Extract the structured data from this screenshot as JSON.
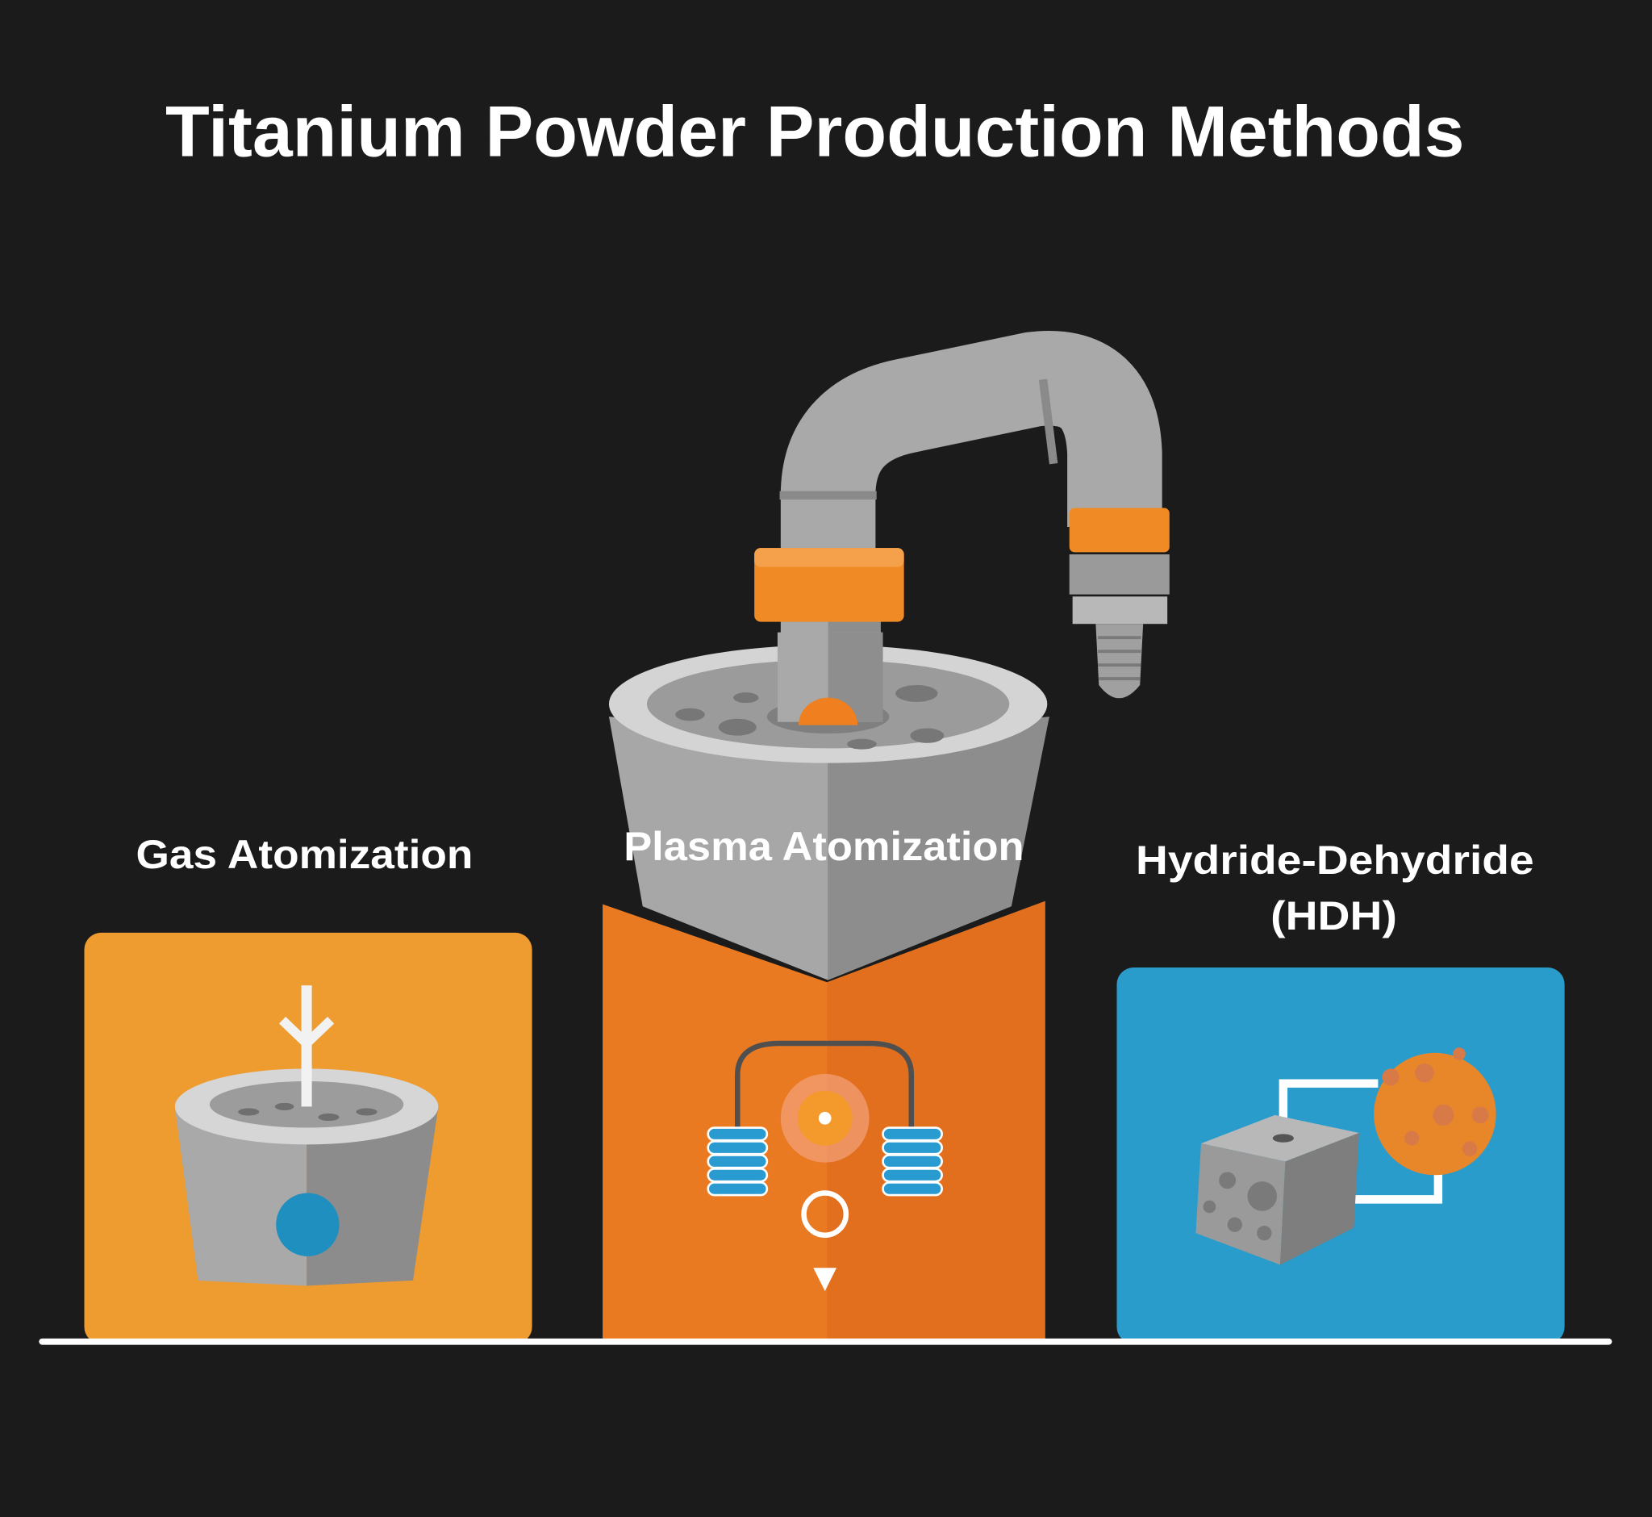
{
  "title": "Titanium Powder Production Methods",
  "methods": [
    {
      "label": "Gas Atomization"
    },
    {
      "label": "Plasma Atomization"
    },
    {
      "label_line1": "Hydride-Dehydride",
      "label_line2": "(HDH)"
    }
  ],
  "colors": {
    "background": "#1b1b1b",
    "gas_panel": "#ee9b2f",
    "plasma_panel": "#e97a22",
    "hdh_panel": "#2a9ccb",
    "accent_orange": "#f08a24",
    "metal_gray": "#a8a8a8"
  }
}
